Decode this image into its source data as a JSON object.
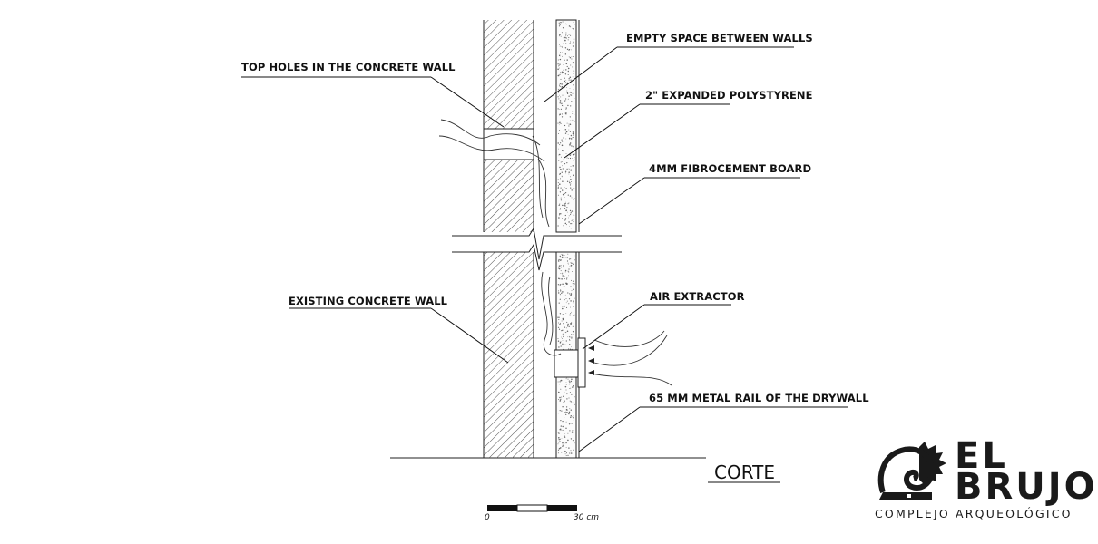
{
  "labels": {
    "empty_space": "EMPTY SPACE BETWEEN WALLS",
    "top_holes": "TOP HOLES IN THE CONCRETE WALL",
    "polystyrene": "2\" EXPANDED POLYSTYRENE",
    "fibrocement": "4MM FIBROCEMENT BOARD",
    "concrete_wall": "EXISTING CONCRETE WALL",
    "air_extractor": "AIR EXTRACTOR",
    "metal_rail": "65 MM METAL RAIL OF THE DRYWALL"
  },
  "section_title": "CORTE",
  "scale": {
    "start": "0",
    "end": "30 cm"
  },
  "logo": {
    "line1": "EL",
    "line2": "BRUJO",
    "subtitle": "COMPLEJO ARQUEOLÓGICO",
    "icon": "spiral-wave-icon"
  },
  "colors": {
    "ink": "#111111",
    "hatch": "#4a4a4a",
    "logo": "#1a1a1a"
  }
}
